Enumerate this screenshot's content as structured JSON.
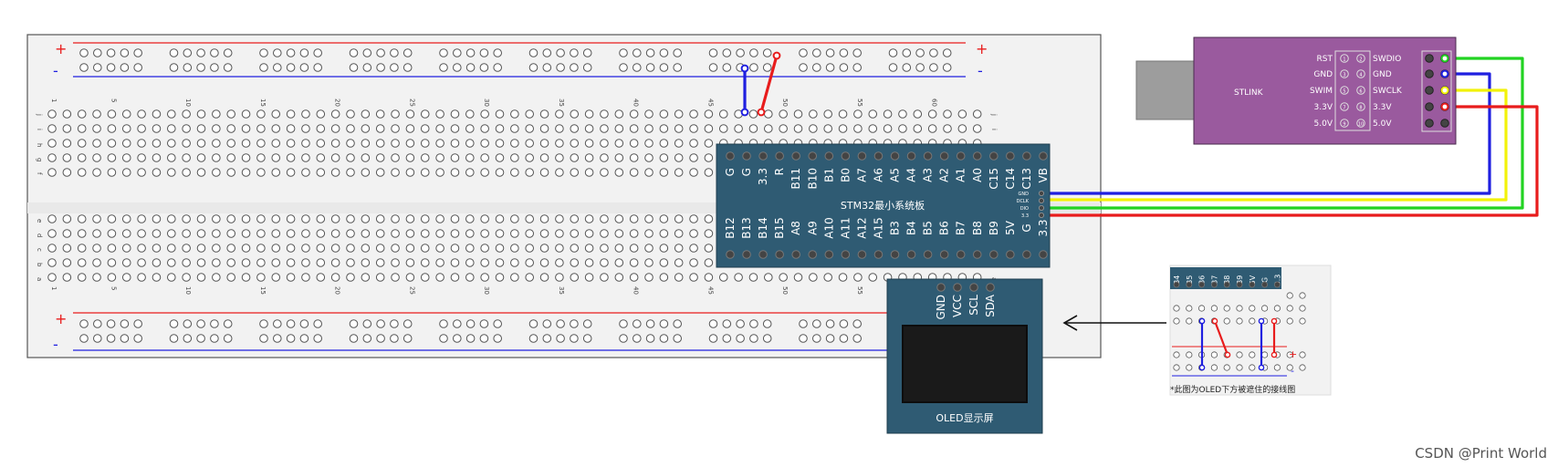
{
  "breadboard": {
    "column_numbers": [
      "1",
      "5",
      "10",
      "15",
      "20",
      "25",
      "30",
      "35",
      "40",
      "45",
      "50",
      "55",
      "60"
    ],
    "top_rows": [
      "j",
      "i",
      "h",
      "g",
      "f"
    ],
    "bottom_rows": [
      "e",
      "d",
      "c",
      "b",
      "a"
    ],
    "rail_plus": "+",
    "rail_minus": "-"
  },
  "stm32": {
    "title": "STM32最小系统板",
    "top_pins": [
      "G",
      "G",
      "3.3",
      "R",
      "B11",
      "B10",
      "B1",
      "B0",
      "A7",
      "A6",
      "A5",
      "A4",
      "A3",
      "A2",
      "A1",
      "A0",
      "C15",
      "C14",
      "C13",
      "VB"
    ],
    "bottom_pins": [
      "B12",
      "B13",
      "B14",
      "B15",
      "A8",
      "A9",
      "A10",
      "A11",
      "A12",
      "A15",
      "B3",
      "B4",
      "B5",
      "B6",
      "B7",
      "B8",
      "B9",
      "5V",
      "G",
      "3.3"
    ],
    "side_pins": [
      "GND",
      "DCLK",
      "DIO",
      "3.3"
    ]
  },
  "stlink": {
    "title": "STLINK",
    "left_labels": [
      "RST",
      "GND",
      "SWIM",
      "3.3V",
      "5.0V"
    ],
    "right_labels": [
      "SWDIO",
      "GND",
      "SWCLK",
      "3.3V",
      "5.0V"
    ],
    "pin_numbers": [
      "1",
      "2",
      "3",
      "4",
      "5",
      "6",
      "7",
      "8",
      "9",
      "10"
    ]
  },
  "oled": {
    "title": "OLED显示屏",
    "pins": [
      "GND",
      "VCC",
      "SCL",
      "SDA"
    ]
  },
  "inset": {
    "pins": [
      "B4",
      "B5",
      "B6",
      "B7",
      "B8",
      "B9",
      "5V",
      "G",
      "3.3"
    ],
    "caption": "*此图为OLED下方被遮住的接线图"
  },
  "wire_colors": {
    "blue": "#1f1fe0",
    "red": "#e81c1c",
    "yellow": "#f2f20a",
    "green": "#22d322"
  },
  "colors": {
    "board": "#2f5b73",
    "stlink": "#9a5a9e",
    "breadboard": "#f2f2f2"
  },
  "watermark": "CSDN @Print World"
}
